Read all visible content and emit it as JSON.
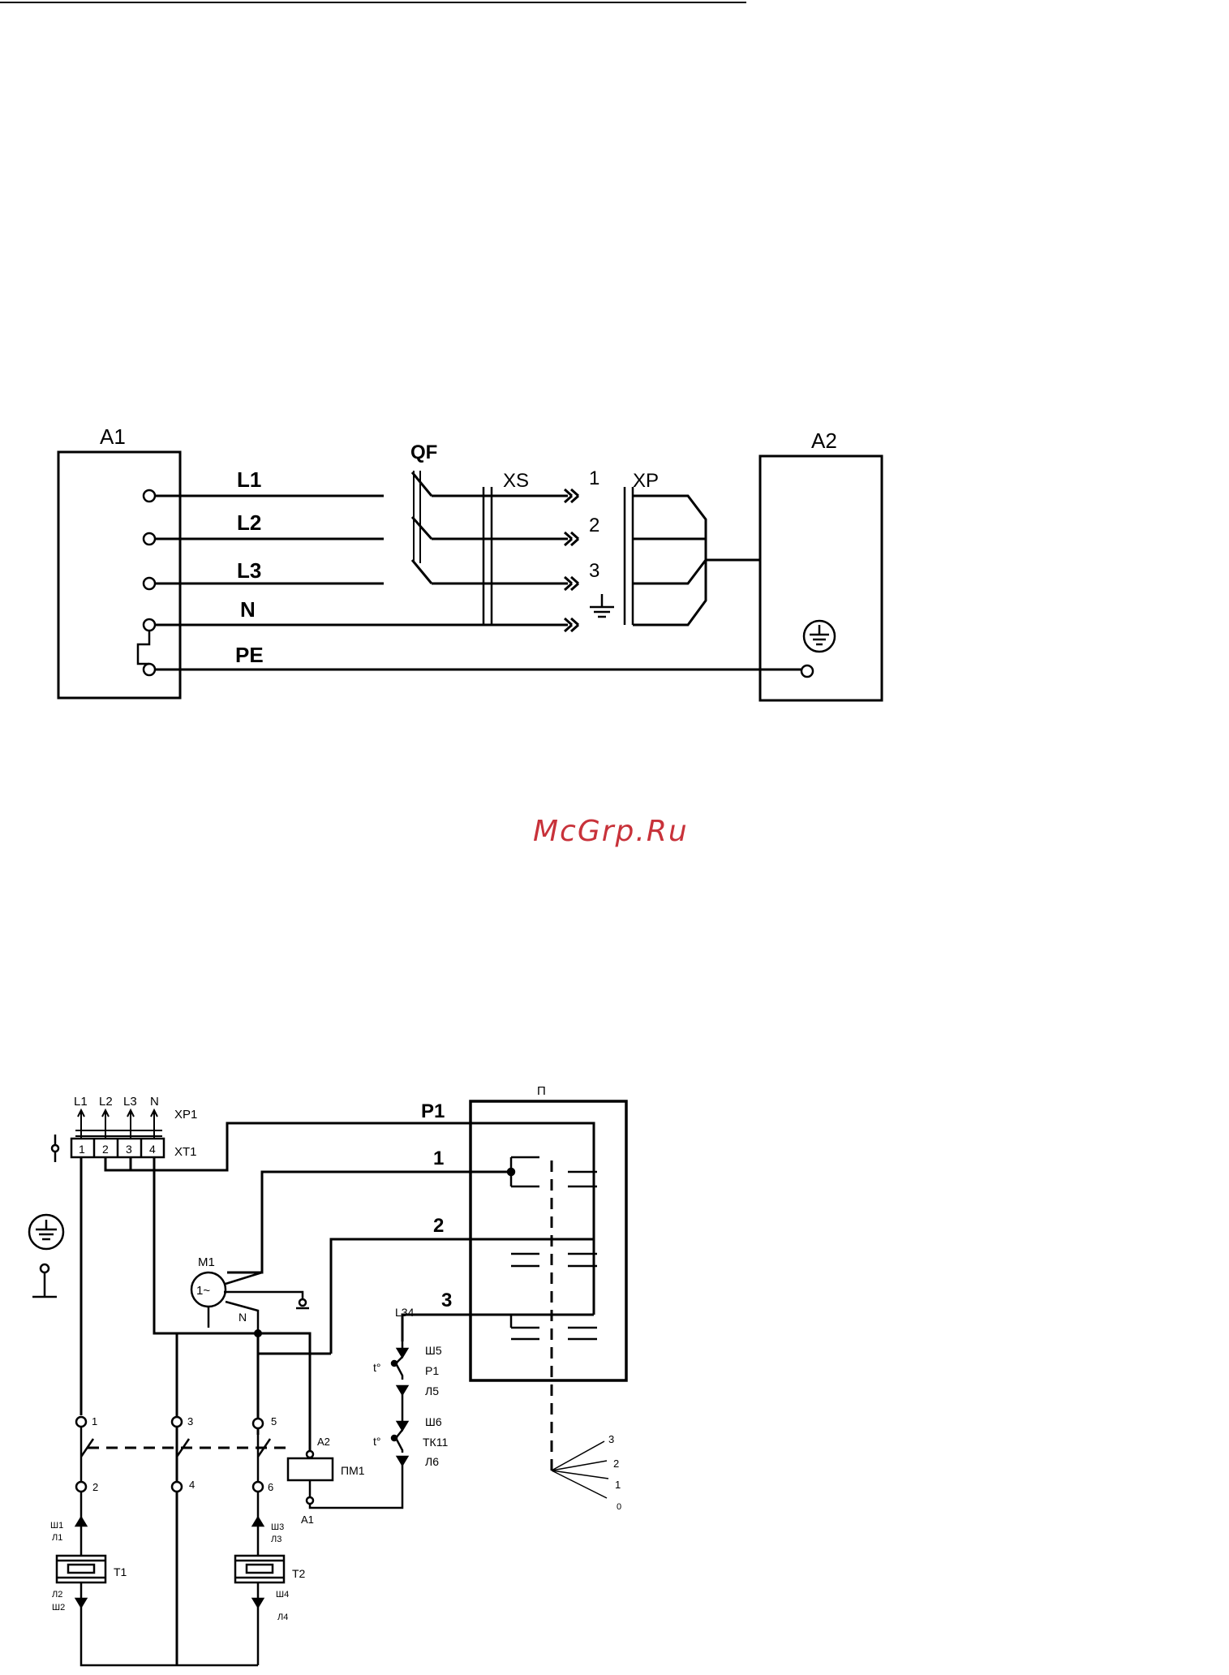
{
  "watermark": "McGrp.Ru",
  "diagram1": {
    "block_a1": "A1",
    "block_a2": "A2",
    "lines": [
      "L1",
      "L2",
      "L3",
      "N",
      "PE"
    ],
    "breaker": "QF",
    "socket": "XS",
    "plug": "XP",
    "pins": [
      "1",
      "2",
      "3"
    ]
  },
  "diagram2": {
    "plug_terminals": [
      "L1",
      "L2",
      "L3",
      "N"
    ],
    "plug": "XP1",
    "terminal_block": "XT1",
    "terminal_numbers": [
      "1",
      "2",
      "3",
      "4"
    ],
    "panel": "П",
    "switch_labels": [
      "P1",
      "1",
      "2",
      "3"
    ],
    "motor": "M1",
    "motor_symbol": "1~",
    "neutral": "N",
    "wire_l34": "L34",
    "thermostat_p1": {
      "temp": "t°",
      "top": "Ш5",
      "name": "P1",
      "bottom": "Л5"
    },
    "thermostat_tk11": {
      "temp": "t°",
      "top": "Ш6",
      "name": "ТК11",
      "bottom": "Л6"
    },
    "contactor": "ПМ1",
    "contactor_terminals": [
      "A2",
      "A1"
    ],
    "contacts": [
      "1",
      "3",
      "5",
      "2",
      "4",
      "6"
    ],
    "heater_t1": {
      "name": "T1",
      "top": [
        "Ш1",
        "Л1"
      ],
      "bottom": [
        "Л2",
        "Ш2"
      ]
    },
    "heater_t2": {
      "name": "T2",
      "top": [
        "Ш3",
        "Л3"
      ],
      "bottom": [
        "Ш4",
        "Л4"
      ]
    },
    "switch_positions": [
      "3",
      "2",
      "1",
      "0"
    ]
  }
}
